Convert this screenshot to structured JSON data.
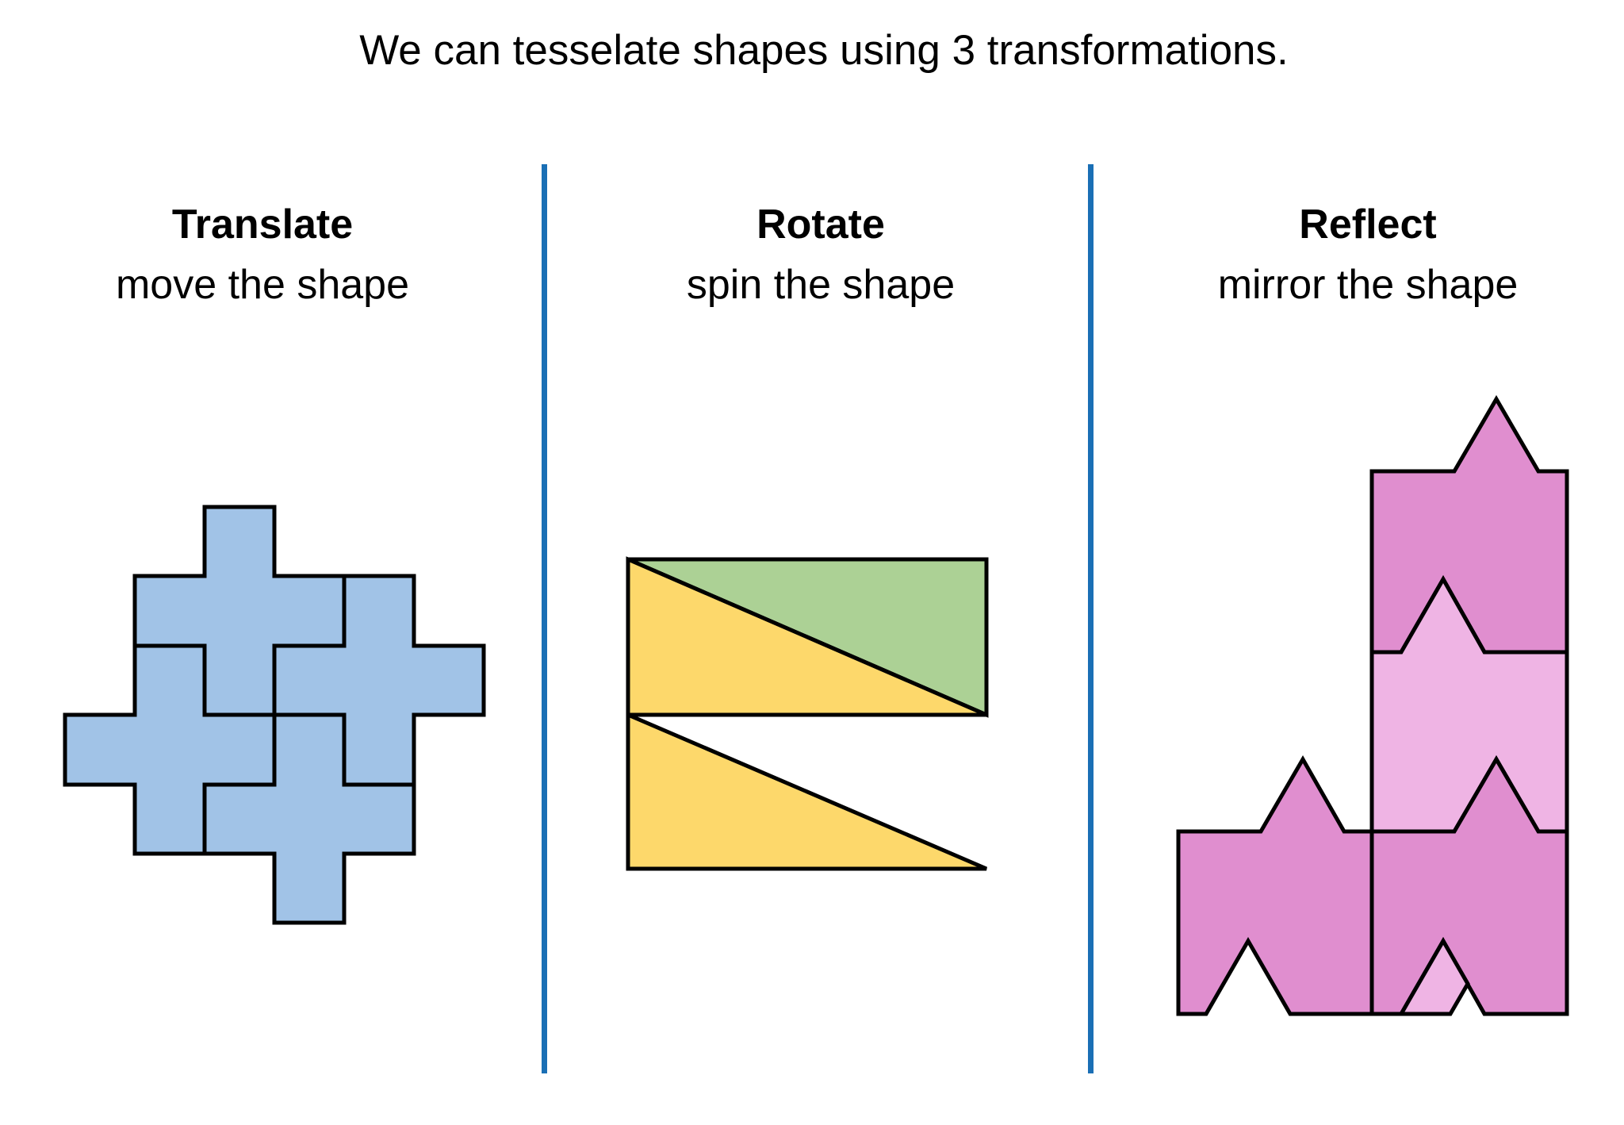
{
  "title": "We can tesselate shapes using 3 transformations.",
  "columns": [
    {
      "name": "Translate",
      "description": "move the shape"
    },
    {
      "name": "Rotate",
      "description": "spin the shape"
    },
    {
      "name": "Reflect",
      "description": "mirror the shape"
    }
  ],
  "colors": {
    "divider": "#1a6fb5",
    "translate_fill": "#a1c3e7",
    "rotate_yellow": "#fdd86b",
    "rotate_green": "#acd195",
    "reflect_dark": "#e08ecf",
    "reflect_light": "#efb4e4"
  }
}
